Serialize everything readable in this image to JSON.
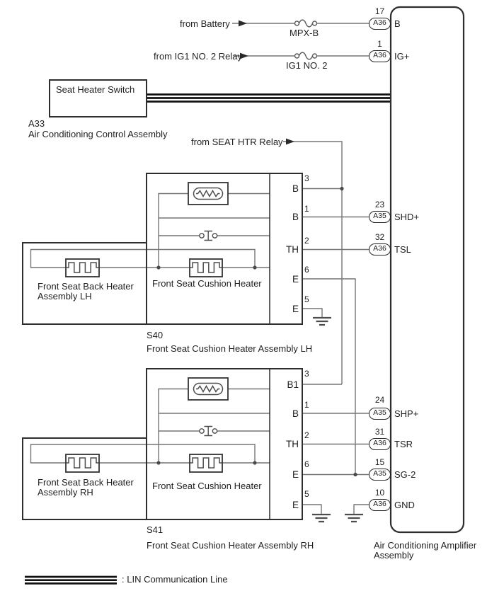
{
  "feeds": {
    "battery": {
      "label": "from Battery",
      "fuse": "MPX-B"
    },
    "ig1": {
      "label": "from IG1 NO. 2 Relay",
      "fuse": "IG1 NO. 2"
    },
    "seat_htr_relay": {
      "label": "from SEAT HTR Relay"
    }
  },
  "control_assembly": {
    "switch_label": "Seat Heater Switch",
    "code": "A33",
    "name": "Air Conditioning Control Assembly"
  },
  "amplifier": {
    "name_line1": "Air Conditioning Amplifier",
    "name_line2": "Assembly",
    "terminals": [
      {
        "pin": "17",
        "conn": "A36",
        "name": "B"
      },
      {
        "pin": "1",
        "conn": "A36",
        "name": "IG+"
      },
      {
        "pin": "23",
        "conn": "A35",
        "name": "SHD+"
      },
      {
        "pin": "32",
        "conn": "A36",
        "name": "TSL"
      },
      {
        "pin": "24",
        "conn": "A35",
        "name": "SHP+"
      },
      {
        "pin": "31",
        "conn": "A36",
        "name": "TSR"
      },
      {
        "pin": "15",
        "conn": "A35",
        "name": "SG-2"
      },
      {
        "pin": "10",
        "conn": "A36",
        "name": "GND"
      }
    ]
  },
  "heater_lh": {
    "code": "S40",
    "name": "Front Seat Cushion Heater Assembly LH",
    "cushion_heater_label": "Front Seat Cushion Heater",
    "back_heater_line1": "Front Seat Back Heater",
    "back_heater_line2": "Assembly LH",
    "terminals": [
      {
        "name": "B",
        "pin": "3"
      },
      {
        "name": "B",
        "pin": "1"
      },
      {
        "name": "TH",
        "pin": "2"
      },
      {
        "name": "E",
        "pin": "6"
      },
      {
        "name": "E",
        "pin": "5"
      }
    ]
  },
  "heater_rh": {
    "code": "S41",
    "name": "Front Seat Cushion Heater Assembly RH",
    "cushion_heater_label": "Front Seat Cushion Heater",
    "back_heater_line1": "Front Seat Back Heater",
    "back_heater_line2": "Assembly RH",
    "terminals": [
      {
        "name": "B1",
        "pin": "3"
      },
      {
        "name": "B",
        "pin": "1"
      },
      {
        "name": "TH",
        "pin": "2"
      },
      {
        "name": "E",
        "pin": "6"
      },
      {
        "name": "E",
        "pin": "5"
      }
    ]
  },
  "legend": {
    "lin_label": ": LIN Communication Line"
  }
}
